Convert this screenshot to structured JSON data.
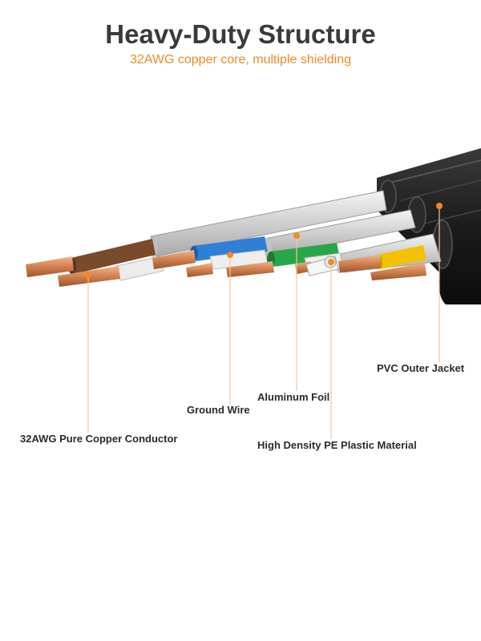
{
  "header": {
    "title": "Heavy-Duty Structure",
    "subtitle": "32AWG copper core, multiple shielding"
  },
  "labels": {
    "conductor": "32AWG Pure Copper Conductor",
    "ground_wire": "Ground Wire",
    "aluminum_foil": "Aluminum Foil",
    "pe_material": "High Density PE Plastic Material",
    "pvc_jacket": "PVC Outer Jacket"
  },
  "colors": {
    "accent": "#f08a24",
    "jacket": "#1e1e1e",
    "copper": "#d98a5c",
    "brown_insulation": "#7a4a2c",
    "blue_insulation": "#2f7fd6",
    "green_insulation": "#2aa64a",
    "yellow_insulation": "#f2c200",
    "foil": "#d6d6d6"
  }
}
